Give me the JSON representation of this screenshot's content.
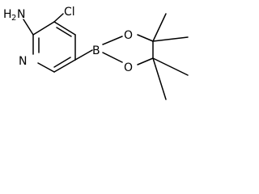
{
  "molecule": {
    "atoms": {
      "amine_h": "H",
      "amine_h_count": "2",
      "amine_n": "N",
      "chlorine": "Cl",
      "ring_nitrogen": "N",
      "boron": "B",
      "oxygen_upper": "O",
      "oxygen_lower": "O"
    }
  }
}
